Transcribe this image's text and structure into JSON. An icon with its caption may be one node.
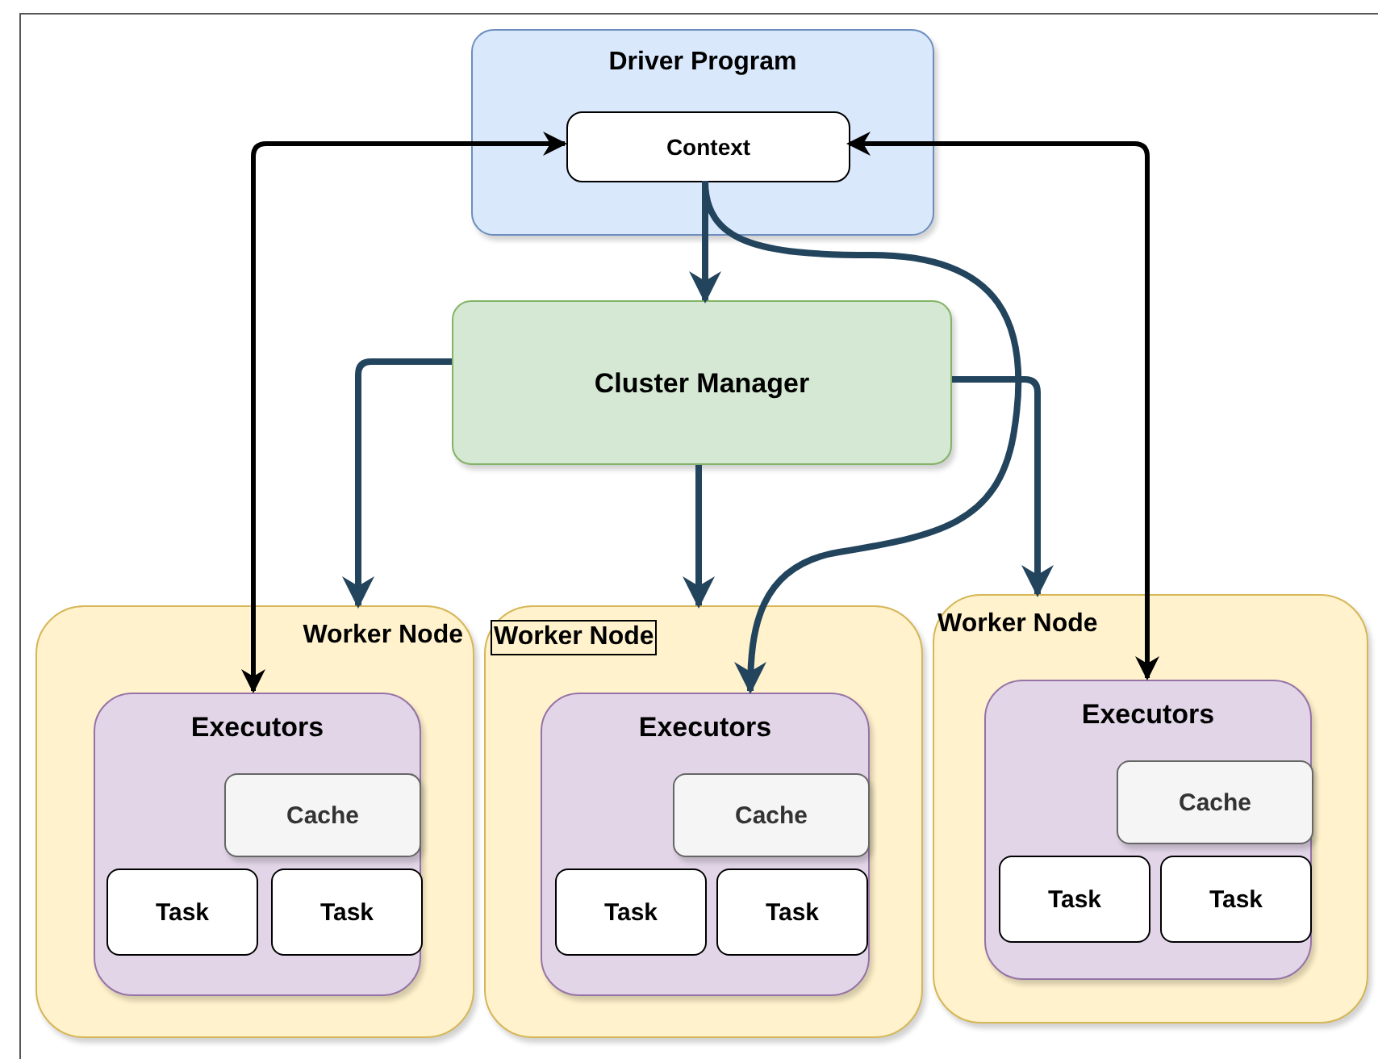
{
  "diagram": {
    "nodes": [
      {
        "text": [
          "Driver Program"
        ]
      },
      {
        "text": [
          "Context"
        ],
        "in": 0
      },
      {
        "text": [
          "Cluster Manager"
        ]
      },
      {
        "text": [
          "Worker Node"
        ]
      },
      {
        "text": [
          "Executors"
        ],
        "in": 3
      },
      {
        "text": [
          "Cache"
        ],
        "in": 4
      },
      {
        "text": [
          "Task"
        ],
        "in": 4
      },
      {
        "text": [
          "Task"
        ],
        "in": 4
      },
      {
        "text": [
          "Worker Node"
        ]
      },
      {
        "text": [
          "Executors"
        ],
        "in": 8
      },
      {
        "text": [
          "Cache"
        ],
        "in": 9
      },
      {
        "text": [
          "Task"
        ],
        "in": 9
      },
      {
        "text": [
          "Task"
        ],
        "in": 9
      },
      {
        "text": [
          "Worker Node"
        ]
      },
      {
        "text": [
          "Executors"
        ],
        "in": 13
      },
      {
        "text": [
          "Cache"
        ],
        "in": 14
      },
      {
        "text": [
          "Task"
        ],
        "in": 14
      },
      {
        "text": [
          "Task"
        ],
        "in": 14
      }
    ],
    "edges": [
      {
        "from": 1,
        "to": 2,
        "arrow": "to"
      },
      {
        "from": 2,
        "to": 3,
        "arrow": "to"
      },
      {
        "from": 2,
        "to": 8,
        "arrow": "to"
      },
      {
        "from": 2,
        "to": 13,
        "arrow": "to"
      },
      {
        "from": 1,
        "to": 9,
        "arrow": "to"
      },
      {
        "from": 1,
        "to": 4,
        "arrow": "both",
        "color": "#000000"
      },
      {
        "from": 1,
        "to": 14,
        "arrow": "both",
        "color": "#000000"
      }
    ]
  }
}
